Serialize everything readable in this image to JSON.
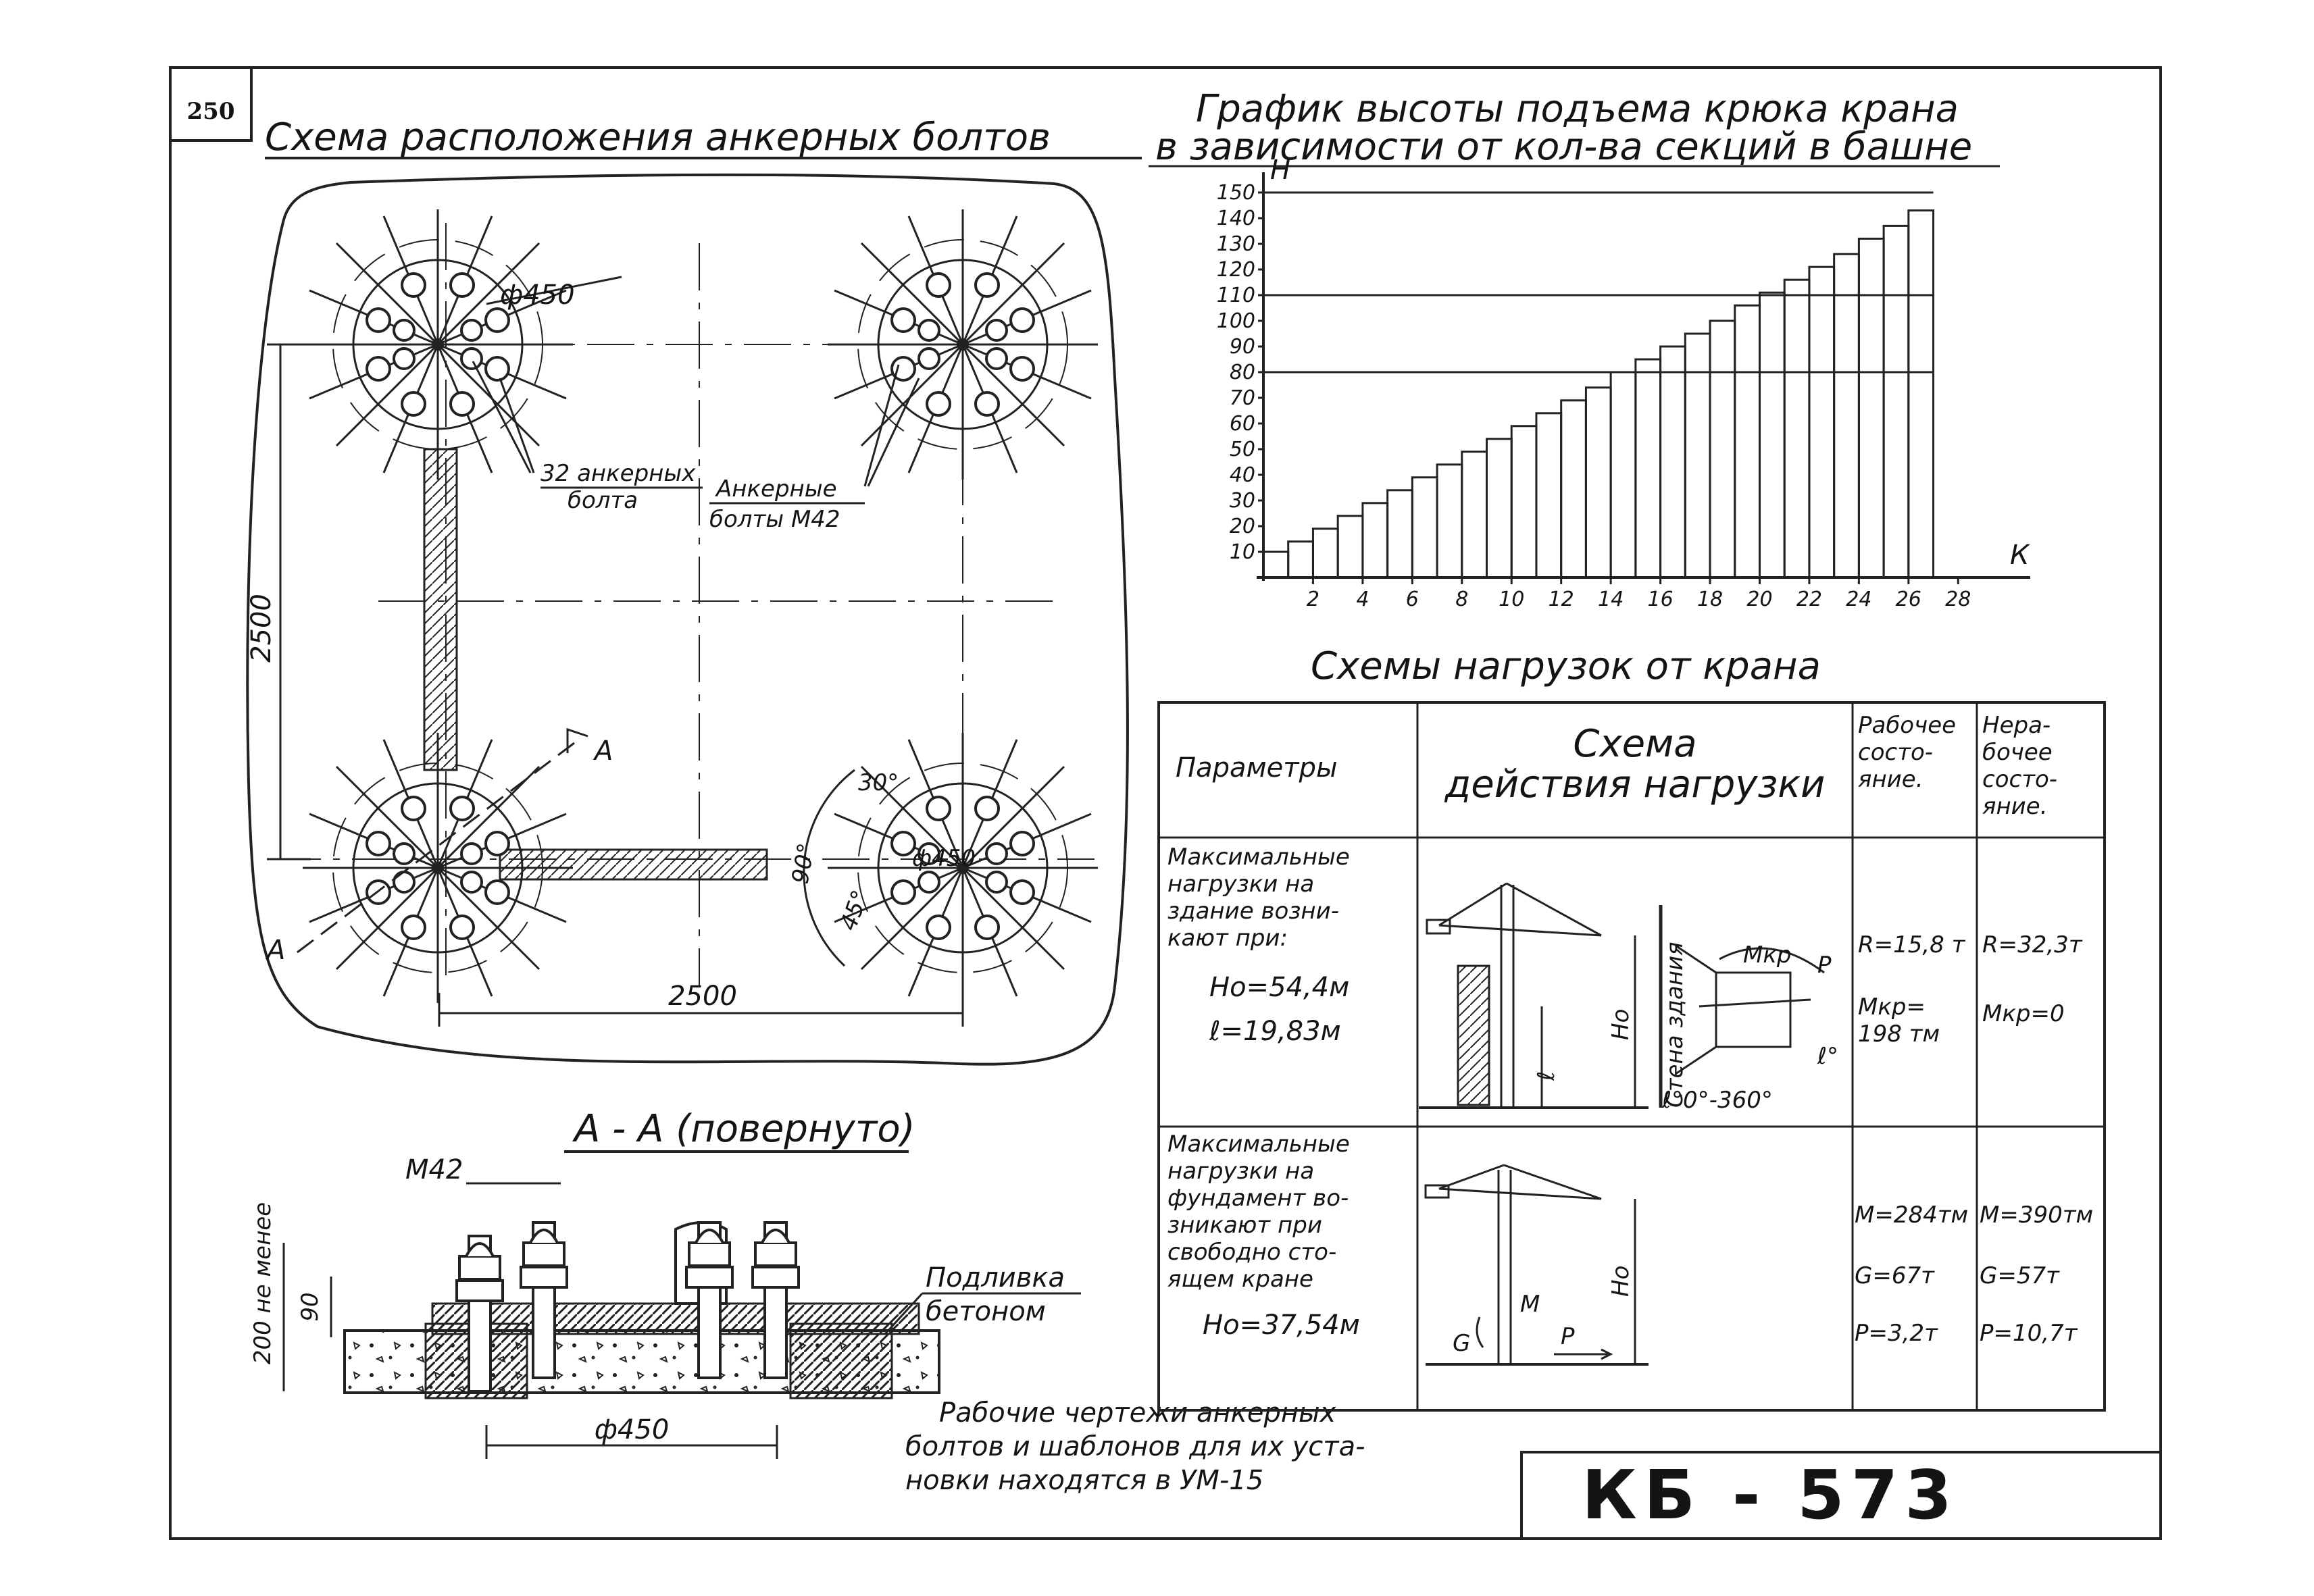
{
  "sheet": {
    "page_number": "250",
    "stamp": "КБ - 573"
  },
  "anchor_plan": {
    "title": "Схема расположения анкерных болтов",
    "dim_circle": "ф450",
    "note_32_bolts": [
      "32 анкерных",
      "болта"
    ],
    "note_bolts_m42": [
      "Анкерные",
      "болты М42"
    ],
    "dim_vertical": "2500",
    "dim_horizontal": "2500",
    "section_marker": "А",
    "angle_30": "30°",
    "angle_90": "90°",
    "angle_45": "45°",
    "dim_small_circle": "ф450"
  },
  "section_aa": {
    "title": "А - А (повернуто)",
    "label_bolt": "М42",
    "dim_200": "200 не менее",
    "dim_90": "90",
    "dim_bottom": "ф450",
    "grout_note": [
      "Подливка",
      "бетоном"
    ]
  },
  "bottom_note": [
    "Рабочие чертежи анкерных",
    "болтов и шаблонов для их уста-",
    "новки находятся в УМ-15"
  ],
  "chart": {
    "title_line1": "График высоты подъема крюка крана",
    "title_line2": "в зависимости от кол-ва секций в башне"
  },
  "chart_data": {
    "type": "line",
    "ylabel": "Н",
    "xlabel": "К",
    "ylim": [
      0,
      150
    ],
    "xlim": [
      0,
      29
    ],
    "y_ticks": [
      10,
      20,
      30,
      40,
      50,
      60,
      70,
      80,
      90,
      100,
      110,
      120,
      130,
      140,
      150
    ],
    "x_ticks": [
      2,
      4,
      6,
      8,
      10,
      12,
      14,
      16,
      18,
      20,
      22,
      24,
      26,
      28
    ],
    "reference_lines": [
      80,
      110,
      150
    ],
    "series": [
      {
        "x": [
          1,
          2,
          3,
          4,
          5,
          6,
          7,
          8,
          9,
          10,
          11,
          12,
          13,
          14,
          15,
          16,
          17,
          18,
          19,
          20,
          21,
          22,
          23,
          24,
          25,
          26,
          27
        ],
        "values": [
          10,
          14,
          19,
          24,
          29,
          34,
          39,
          44,
          49,
          54,
          59,
          64,
          69,
          74,
          80,
          85,
          90,
          95,
          100,
          106,
          111,
          116,
          121,
          126,
          132,
          137,
          143
        ]
      }
    ]
  },
  "loads": {
    "title": "Схемы нагрузок от крана",
    "headers": {
      "params": "Параметры",
      "scheme": [
        "Схема",
        "действия нагрузки"
      ],
      "working": [
        "Рабочее",
        "состо-",
        "яние."
      ],
      "idle": [
        "Нера-",
        "бочее",
        "состо-",
        "яние."
      ]
    },
    "row1": {
      "desc": [
        "Максимальные",
        "нагрузки на",
        "здание возни-",
        "кают при:"
      ],
      "h0": "Но=54,4м",
      "l": "ℓ=19,83м",
      "working": [
        "R=15,8 т",
        "Мкр=",
        "198 тм"
      ],
      "idle": [
        "R=32,3т",
        "Мкр=0"
      ],
      "labels": {
        "mkr": "Мкр",
        "p": "Р",
        "wall": "Стена здания",
        "l": "ℓ",
        "h0": "Но",
        "alpha": "ℓ°",
        "range": "ℓ°0°-360°"
      }
    },
    "row2": {
      "desc": [
        "Максимальные",
        "нагрузки на",
        "фундамент во-",
        "зникают при",
        "свободно сто-",
        "ящем кране"
      ],
      "h0": "Но=37,54м",
      "working": [
        "М=284тм",
        "G=67т",
        "Р=3,2т"
      ],
      "idle": [
        "М=390тм",
        "G=57т",
        "Р=10,7т"
      ],
      "labels": {
        "g": "G",
        "m": "М",
        "p": "Р",
        "h0": "Но"
      }
    }
  }
}
